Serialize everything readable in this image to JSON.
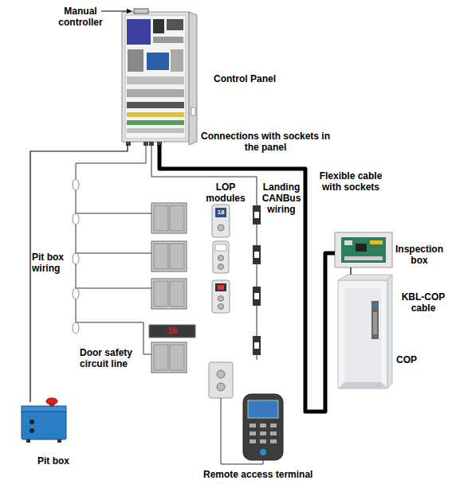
{
  "diagram": {
    "nodes": [
      {
        "text": [
          "Control Panel"
        ]
      },
      {
        "text": [
          "Pit box"
        ]
      },
      {
        "text": [
          "Inspection box"
        ]
      },
      {
        "text": [
          "COP"
        ]
      },
      {
        "text": [
          "Remote access terminal"
        ]
      }
    ],
    "edges": [
      {
        "from": 0,
        "to": 1,
        "label": "Pit box wiring",
        "arrow": "none"
      },
      {
        "from": 0,
        "to": 2,
        "label": "Flexible cable with sockets",
        "arrow": "none"
      },
      {
        "from": 2,
        "to": 3,
        "label": "KBL-COP cable",
        "arrow": "none"
      }
    ],
    "labels": [
      "Manual controller",
      "Connections with sockets in the panel",
      "LOP modules",
      "Landing CANBus wiring",
      "Door safety circuit line",
      "18",
      "16"
    ]
  }
}
